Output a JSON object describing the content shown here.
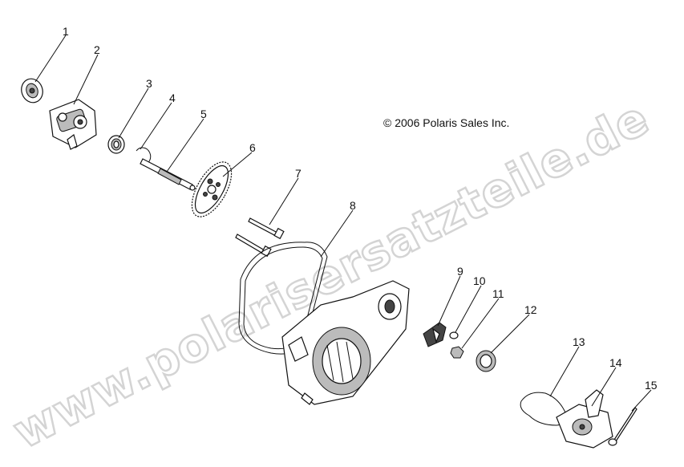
{
  "copyright": "© 2006 Polaris Sales Inc.",
  "watermark": "www.polarisersatzteile.de",
  "callouts": [
    "1",
    "2",
    "3",
    "4",
    "5",
    "6",
    "7",
    "8",
    "9",
    "10",
    "11",
    "12",
    "13",
    "14",
    "15"
  ]
}
